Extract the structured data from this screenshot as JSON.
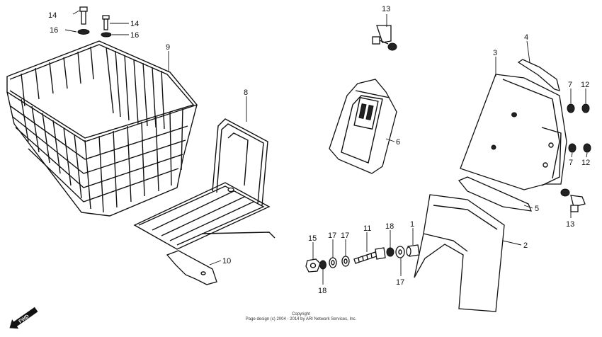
{
  "callouts": {
    "c14a": "14",
    "c16a": "16",
    "c14b": "14",
    "c16b": "16",
    "c9": "9",
    "c8": "8",
    "c10": "10",
    "c13a": "13",
    "c6": "6",
    "c3": "3",
    "c4": "4",
    "c7a": "7",
    "c12a": "12",
    "c7b": "7",
    "c12b": "12",
    "c5": "5",
    "c13b": "13",
    "c2": "2",
    "c1": "1",
    "c11": "11",
    "c15": "15",
    "c17a": "17",
    "c17b": "17",
    "c18a": "18",
    "c18b": "18",
    "c17c": "17"
  },
  "fwd_label": "FWD",
  "copyright": {
    "title": "Copyright",
    "text": "Page design (c) 2004 - 2014 by ARI Network Services, Inc."
  }
}
